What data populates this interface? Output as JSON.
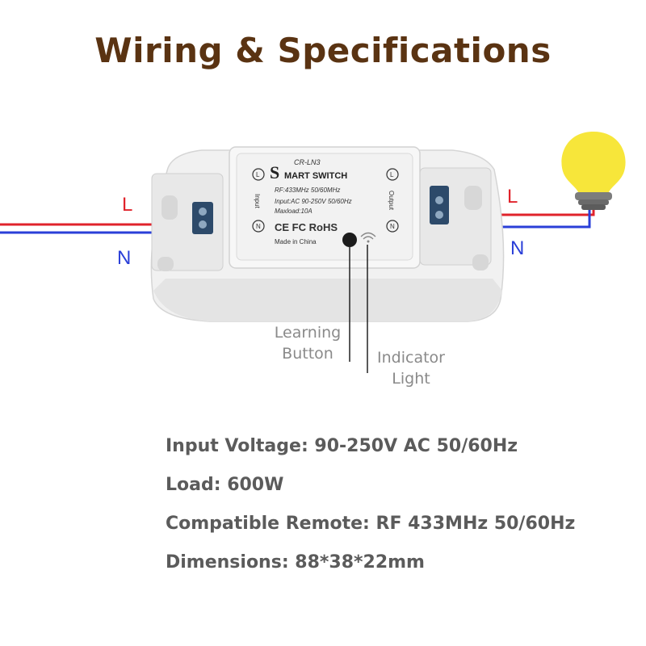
{
  "title": "Wiring & Specifications",
  "device": {
    "model": "CR-LN3",
    "name_initial": "S",
    "name_rest": "MART SWITCH",
    "rf_line": "RF:433MHz 50/60MHz",
    "input_line": "Input:AC 90-250V 50/60Hz",
    "maxload_line": "Maxload:10A",
    "certifications": "CE FC RoHS",
    "origin": "Made in China",
    "input_side_label": "Input",
    "output_side_label": "Output",
    "terminal_l": "L",
    "terminal_n": "N"
  },
  "wires": {
    "left_l": "L",
    "left_n": "N",
    "right_l": "L",
    "right_n": "N"
  },
  "callouts": {
    "learning_button_line1": "Learning",
    "learning_button_line2": "Button",
    "indicator_light_line1": "Indicator",
    "indicator_light_line2": "Light"
  },
  "specs": [
    {
      "label": "Input Voltage: ",
      "value": "90-250V AC 50/60Hz"
    },
    {
      "label": "Load: ",
      "value": "600W"
    },
    {
      "label": "Compatible Remote: ",
      "value": "RF 433MHz 50/60Hz"
    },
    {
      "label": "Dimensions: ",
      "value": "88*38*22mm"
    }
  ],
  "colors": {
    "title": "#5a3312",
    "live_wire": "#e0232b",
    "neutral_wire": "#2a3fd8",
    "bulb": "#f7e63a",
    "bulb_base": "#707070",
    "spec_text": "#5b5b5b",
    "callout_text": "#8a8a8a"
  }
}
